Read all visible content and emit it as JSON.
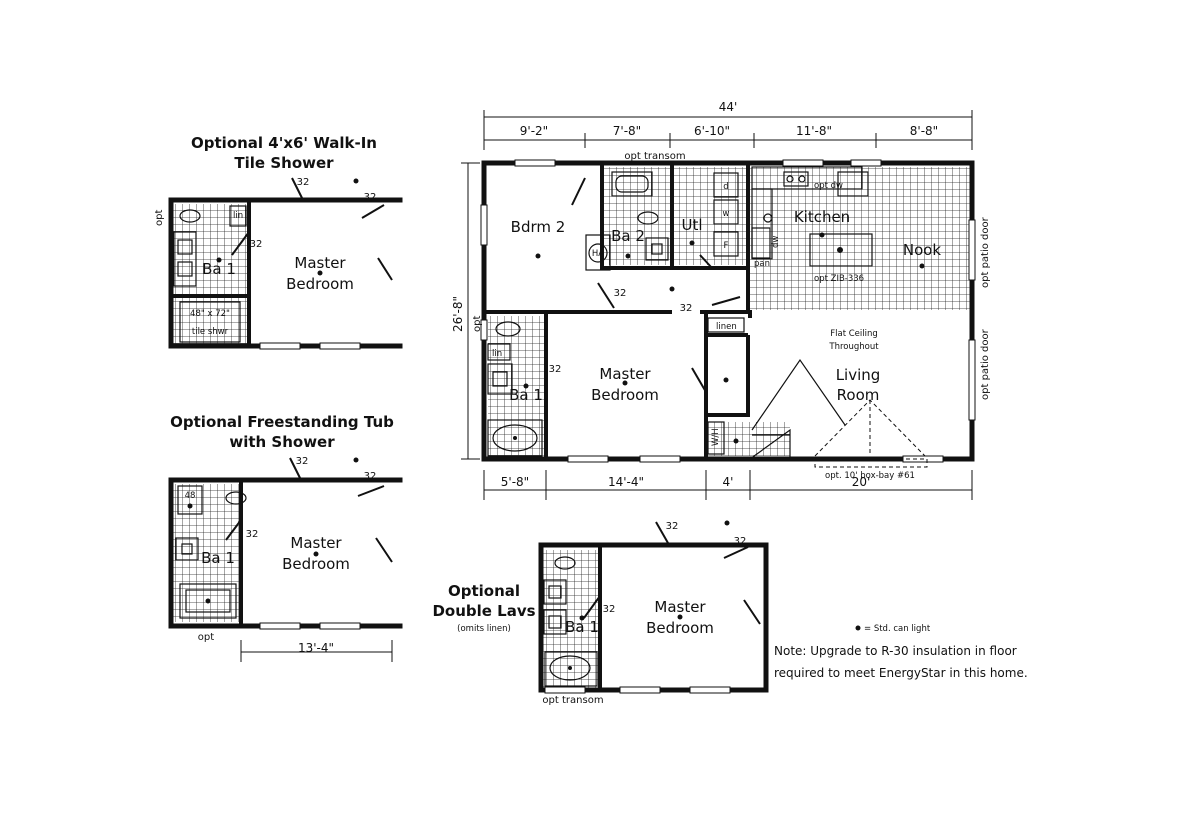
{
  "overall": {
    "width": "44'",
    "depth": "26'-8\""
  },
  "top_dims": [
    "9'-2\"",
    "7'-8\"",
    "6'-10\"",
    "11'-8\"",
    "8'-8\""
  ],
  "bottom_dims": [
    "5'-8\"",
    "14'-4\"",
    "4'",
    "20'"
  ],
  "rooms": {
    "bdrm2": "Bdrm 2",
    "ba2": "Ba 2",
    "utl": "Utl",
    "kitchen": "Kitchen",
    "nook": "Nook",
    "master_line1": "Master",
    "master_line2": "Bedroom",
    "ba1": "Ba 1",
    "living_line1": "Living",
    "living_line2": "Room"
  },
  "labels": {
    "opt_transom": "opt transom",
    "opt": "opt",
    "opt_patio_door": "opt patio door",
    "opt_zib": "opt ZIB-336",
    "opt_dw": "opt dw",
    "dw": "dw",
    "pan": "pan",
    "linen": "linen",
    "lin": "lin",
    "w": "w",
    "d": "d",
    "f": "F",
    "ha": "HA",
    "flat_ceiling_line1": "Flat Ceiling",
    "flat_ceiling_line2": "Throughout",
    "box_bay": "opt. 10' box-bay #61",
    "n32": "32",
    "n48": "48",
    "wh": "W/H"
  },
  "options": {
    "walkin": {
      "title_line1": "Optional 4'x6' Walk-In",
      "title_line2": "Tile Shower",
      "shower_line1": "48\" x 72\"",
      "shower_line2": "tile shwr"
    },
    "tub": {
      "title_line1": "Optional Freestanding Tub",
      "title_line2": "with Shower",
      "dim": "13'-4\""
    },
    "lavs": {
      "title_line1": "Optional",
      "title_line2": "Double Lavs",
      "note": "(omits linen)"
    }
  },
  "legend": {
    "can_light": "= Std. can light"
  },
  "note": {
    "line1": "Note: Upgrade to R-30 insulation in floor",
    "line2": "required to meet EnergyStar in this home."
  }
}
